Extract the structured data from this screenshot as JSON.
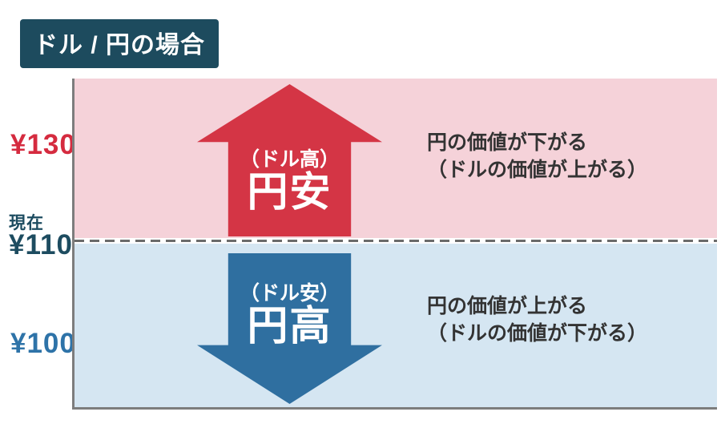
{
  "title": {
    "label": "ドル / 円の場合"
  },
  "y_axis": {
    "high": "¥130",
    "current_caption": "現在",
    "current": "¥110",
    "low": "¥100"
  },
  "zones": {
    "top": {
      "arrow_sub_label": "（ドル高）",
      "arrow_main_label": "円安",
      "desc_line1": "円の価値が下がる",
      "desc_line2": "（ドルの価値が上がる）"
    },
    "bottom": {
      "arrow_sub_label": "（ドル安）",
      "arrow_main_label": "円高",
      "desc_line1": "円の価値が上がる",
      "desc_line2": "（ドルの価値が下がる）"
    }
  },
  "colors": {
    "title_bg": "#1d4b5e",
    "up_arrow": "#d43545",
    "down_arrow": "#2f6fa0",
    "top_zone_bg": "#f5d2d9",
    "bottom_zone_bg": "#d5e6f2",
    "high_label": "#d52b3f",
    "current_label": "#1d4c60",
    "low_label": "#2e73a8",
    "desc_text": "#333333",
    "border": "#7d7d7d",
    "divider_dash": "#6b6b6b"
  }
}
